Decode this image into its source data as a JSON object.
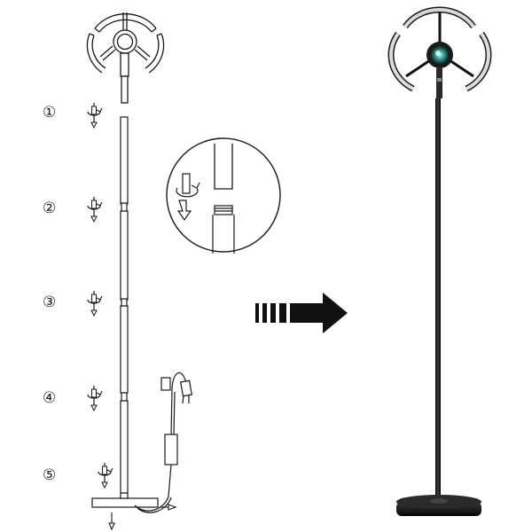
{
  "steps": [
    {
      "label": "①"
    },
    {
      "label": "②"
    },
    {
      "label": "③"
    },
    {
      "label": "④"
    },
    {
      "label": "⑤"
    }
  ],
  "colors": {
    "line": "#1a1a1a",
    "paper": "#ffffff",
    "lamp_black": "#111111",
    "lamp_gray": "#8a8a8a",
    "lens_teal": "#2e8f86",
    "lens_glow": "#8fe0c8"
  },
  "icons": {
    "rotate_down": "rotate-down-arrow-icon",
    "direction": "direction-arrow-icon"
  }
}
